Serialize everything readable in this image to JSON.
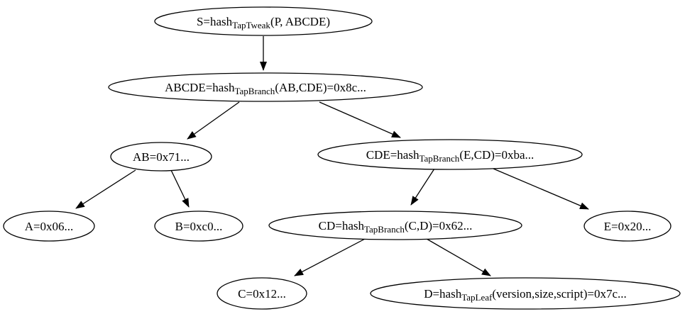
{
  "diagram": {
    "type": "tree",
    "description": "Taproot merkle tree of script hashes",
    "colors": {
      "background": "#ffffff",
      "node_fill": "#ffffff",
      "node_stroke": "#000000",
      "text": "#000000",
      "edge": "#000000"
    },
    "nodes": {
      "s": {
        "pre": "S=hash",
        "sub": "TapTweak",
        "post": "(P, ABCDE)"
      },
      "abcde": {
        "pre": "ABCDE=hash",
        "sub": "TapBranch",
        "post": "(AB,CDE)=0x8c..."
      },
      "ab": {
        "label": "AB=0x71..."
      },
      "cde": {
        "pre": "CDE=hash",
        "sub": "TapBranch",
        "post": "(E,CD)=0xba..."
      },
      "a": {
        "label": "A=0x06..."
      },
      "b": {
        "label": "B=0xc0..."
      },
      "cd": {
        "pre": "CD=hash",
        "sub": "TapBranch",
        "post": "(C,D)=0x62..."
      },
      "e": {
        "label": "E=0x20..."
      },
      "c": {
        "label": "C=0x12..."
      },
      "d": {
        "pre": "D=hash",
        "sub": "TapLeaf",
        "post": "(version,size,script)=0x7c..."
      }
    },
    "edges": [
      {
        "from": "S",
        "to": "ABCDE"
      },
      {
        "from": "ABCDE",
        "to": "AB"
      },
      {
        "from": "ABCDE",
        "to": "CDE"
      },
      {
        "from": "AB",
        "to": "A"
      },
      {
        "from": "AB",
        "to": "B"
      },
      {
        "from": "CDE",
        "to": "CD"
      },
      {
        "from": "CDE",
        "to": "E"
      },
      {
        "from": "CD",
        "to": "C"
      },
      {
        "from": "CD",
        "to": "D"
      }
    ]
  }
}
